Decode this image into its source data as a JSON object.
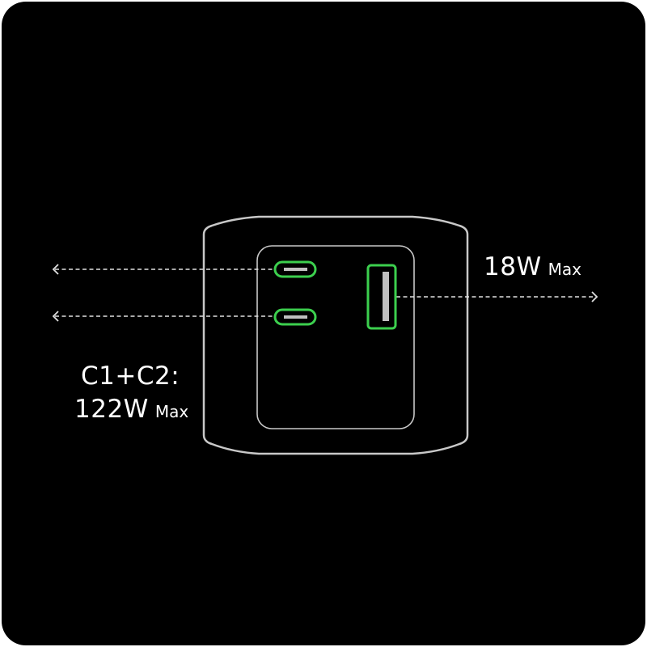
{
  "colors": {
    "background": "#000000",
    "frame": "#ffffff",
    "outline": "#c8c8c8",
    "port_highlight": "#3ccf4e",
    "port_contact": "#c0c0c0",
    "arrow": "#e0e0e0"
  },
  "ports": {
    "c1": {
      "type": "USB-C",
      "icon": "usb-c-port-icon"
    },
    "c2": {
      "type": "USB-C",
      "icon": "usb-c-port-icon"
    },
    "a": {
      "type": "USB-A",
      "icon": "usb-a-port-icon"
    }
  },
  "labels": {
    "usb_a": {
      "value": "18W",
      "suffix": "Max"
    },
    "usb_c": {
      "line1": "C1+C2:",
      "value": "122W",
      "suffix": "Max"
    }
  },
  "arrows": {
    "c1": "arrow-left-icon",
    "c2": "arrow-left-icon",
    "a": "arrow-right-icon"
  }
}
